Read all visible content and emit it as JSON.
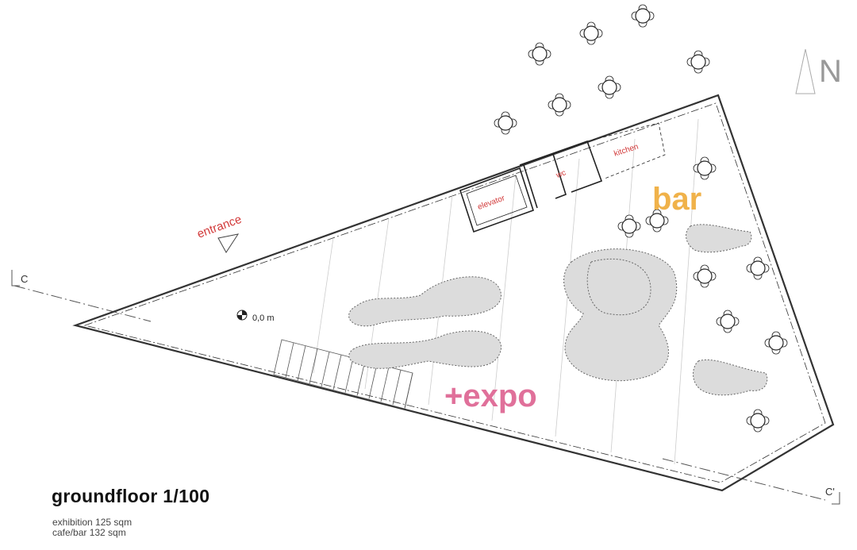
{
  "title": "groundfloor 1/100",
  "areas": [
    "exhibition 125 sqm",
    "cafe/bar 132 sqm"
  ],
  "labels": {
    "entrance": "entrance",
    "elevator": "elevator",
    "wc": "wc",
    "kitchen": "kitchen",
    "bar": "bar",
    "expo": "+expo",
    "level": "0,0 m",
    "section_start": "C",
    "section_end": "C'",
    "north": "N"
  },
  "colors": {
    "room_label": "#d23a3a",
    "bar": "#f0b24a",
    "expo": "#e0709a",
    "blob": "#dcdcdc"
  }
}
